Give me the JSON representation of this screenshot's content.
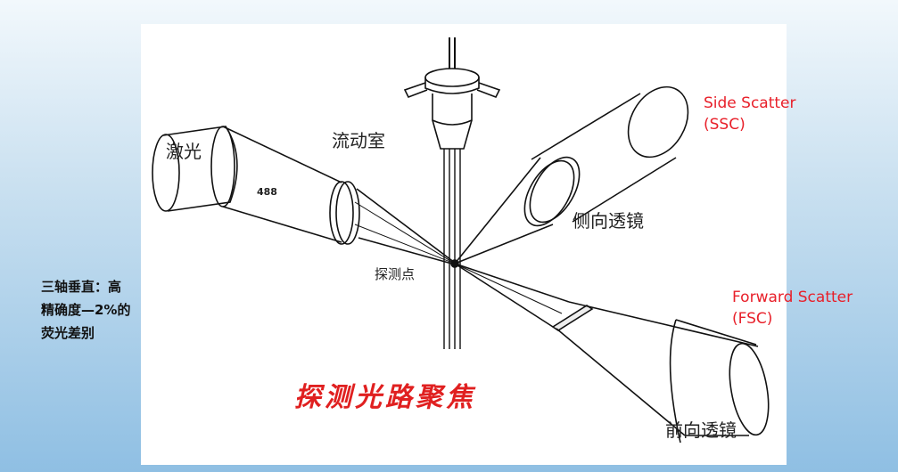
{
  "labels": {
    "laser": "激光",
    "wavelength": "488",
    "flow_chamber": "流动室",
    "detection_point": "探测点",
    "side_lens": "侧向透镜",
    "forward_lens": "前向透镜"
  },
  "side_scatter": {
    "line1": "Side Scatter",
    "line2": "(SSC)"
  },
  "forward_scatter": {
    "line1": "Forward Scatter",
    "line2": "(FSC)"
  },
  "note": {
    "line1": "三轴垂直：高",
    "line2": "精确度—2%的",
    "line3": "荧光差别"
  },
  "caption": "探测光路聚焦",
  "colors": {
    "accent_red": "#e8202a",
    "caption_red": "#e02020",
    "line": "#111111"
  }
}
